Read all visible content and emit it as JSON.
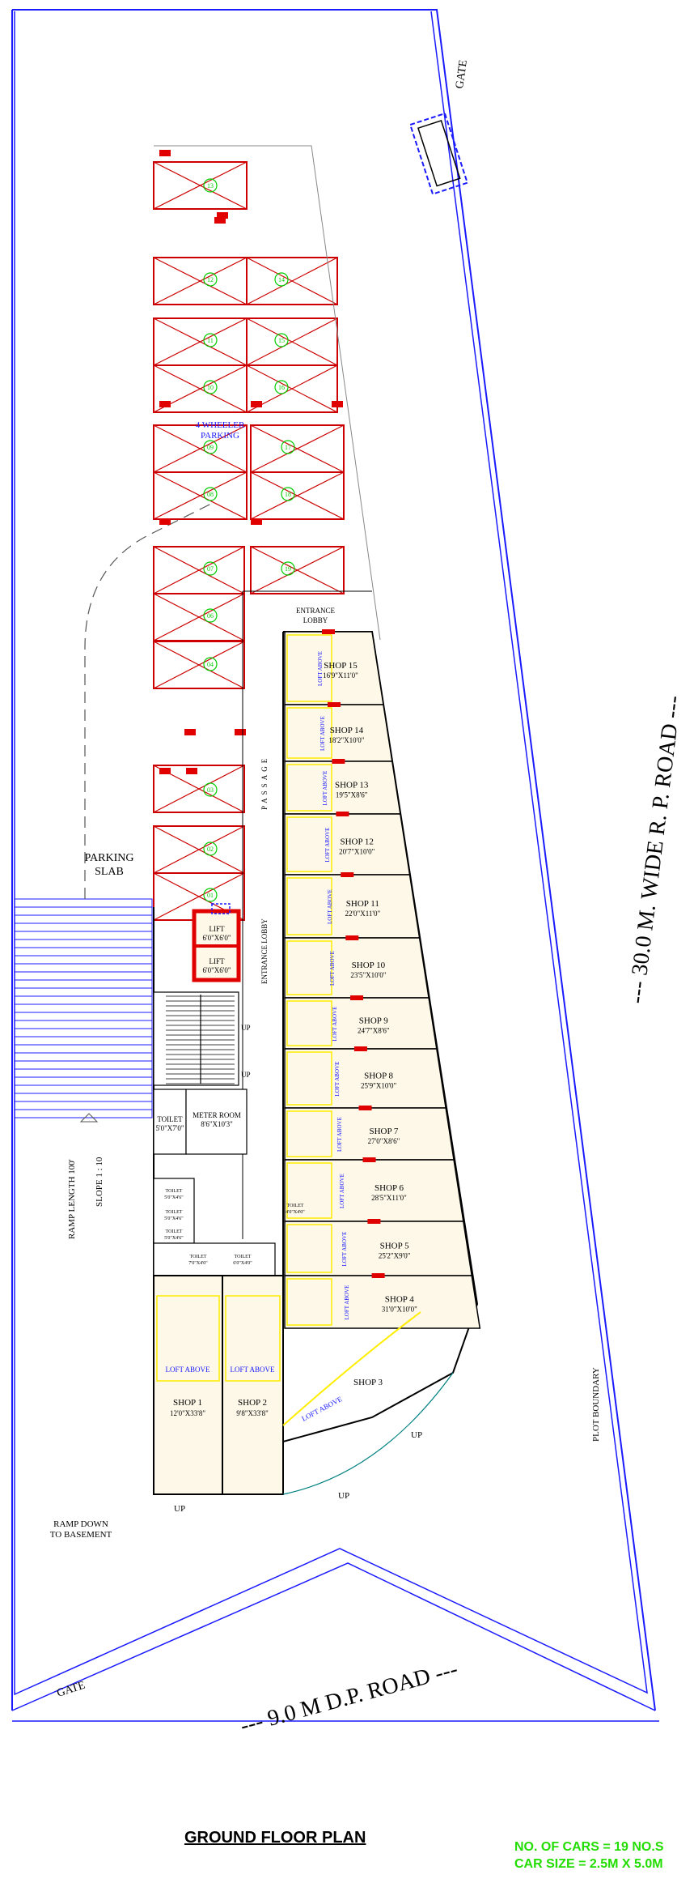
{
  "labels": {
    "gate_top": "GATE",
    "gate_bottom": "GATE",
    "road_right": "--- 30.0 M. WIDE R. P. ROAD ---",
    "road_bottom": "--- 9.0 M D.P. ROAD ---",
    "plot_boundary": "PLOT BOUNDARY",
    "parking_4w_line1": "4 WHEELER",
    "parking_4w_line2": "PARKING",
    "parking_slab_line1": "PARKING",
    "parking_slab_line2": "SLAB",
    "ramp_length": "RAMP LENGTH 100'",
    "slope": "SLOPE 1 : 10",
    "ramp_down_line1": "RAMP DOWN",
    "ramp_down_line2": "TO BASEMENT",
    "entrance_lobby_top_line1": "ENTRANCE",
    "entrance_lobby_top_line2": "LOBBY",
    "entrance_lobby_side": "ENTRANCE LOBBY",
    "passage": "PASSAGE",
    "lift1_name": "LIFT",
    "lift1_size": "6'0\"X6'0\"",
    "lift2_name": "LIFT",
    "lift2_size": "6'0\"X6'0\"",
    "meter_room_name": "METER ROOM",
    "meter_room_size": "8'6\"X10'3\"",
    "toilet_main_name": "TOILET",
    "toilet_main_size": "5'0\"X7'0\"",
    "up_stair1": "UP",
    "up_stair2": "UP",
    "up_bottom_left": "UP",
    "up_bottom_mid": "UP",
    "up_shop3": "UP",
    "loft_above": "LOFT ABOVE",
    "footer_title": "GROUND FLOOR PLAN",
    "cars_note": "NO. OF CARS = 19 NO.S",
    "car_size_note": "CAR SIZE = 2.5M X 5.0M"
  },
  "toilets": [
    {
      "name": "TOILET",
      "size": "5'0\"X4'6\""
    },
    {
      "name": "TOILET",
      "size": "5'0\"X4'6\""
    },
    {
      "name": "TOILET",
      "size": "5'0\"X4'6\""
    },
    {
      "name": "TOILET",
      "size": "7'0\"X4'0\""
    },
    {
      "name": "TOILET",
      "size": "6'0\"X4'0\""
    },
    {
      "name": "TOILET",
      "size": "4'0\"X4'0\""
    }
  ],
  "shops": [
    {
      "name": "SHOP 15",
      "size": "16'9\"X11'0\""
    },
    {
      "name": "SHOP 14",
      "size": "18'2\"X10'0\""
    },
    {
      "name": "SHOP 13",
      "size": "19'5\"X8'6\""
    },
    {
      "name": "SHOP 12",
      "size": "20'7\"X10'0\""
    },
    {
      "name": "SHOP 11",
      "size": "22'0\"X11'0\""
    },
    {
      "name": "SHOP 10",
      "size": "23'5\"X10'0\""
    },
    {
      "name": "SHOP 9",
      "size": "24'7\"X8'6\""
    },
    {
      "name": "SHOP 8",
      "size": "25'9\"X10'0\""
    },
    {
      "name": "SHOP 7",
      "size": "27'0\"X8'6\""
    },
    {
      "name": "SHOP 6",
      "size": "28'5\"X11'0\""
    },
    {
      "name": "SHOP 5",
      "size": "25'2\"X9'0\""
    },
    {
      "name": "SHOP 4",
      "size": "31'0\"X10'0\""
    },
    {
      "name": "SHOP 3",
      "size": ""
    },
    {
      "name": "SHOP 1",
      "size": "12'0\"X33'8\""
    },
    {
      "name": "SHOP 2",
      "size": "9'8\"X33'8\""
    }
  ],
  "car_numbers": [
    "13",
    "12",
    "14",
    "11",
    "15",
    "10",
    "16",
    "09",
    "17",
    "08",
    "18",
    "07",
    "19",
    "06",
    "04",
    "03",
    "02",
    "01"
  ],
  "colors": {
    "boundary": "#1a1aff",
    "wall": "#e00000",
    "parking": "#cc0000",
    "car_number": "#00cc00",
    "room_fill": "#fdf8e8",
    "loft": "#ffee00",
    "note": "#22dd00"
  }
}
